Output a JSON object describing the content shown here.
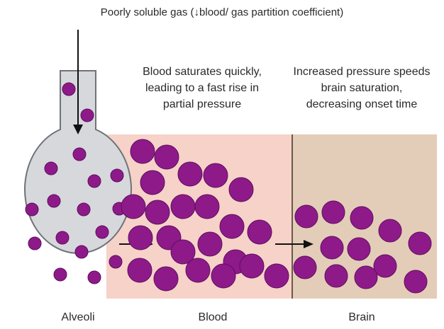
{
  "title": "Poorly soluble gas (↓blood/ gas partition coefficient)",
  "blood_caption": [
    "Blood saturates quickly,",
    "leading to a fast rise in",
    "partial pressure"
  ],
  "brain_caption": [
    "Increased pressure speeds",
    "brain saturation,",
    "decreasing onset time"
  ],
  "labels": {
    "alveoli": "Alveoli",
    "blood": "Blood",
    "brain": "Brain"
  },
  "colors": {
    "particle": "#8e1a8a",
    "particle_dark": "#5e0e5c",
    "alveoli_fill": "#d6d8dc",
    "alveoli_stroke": "#6f7378",
    "blood_bg": "#f6d2c8",
    "brain_bg": "#e3cdb8"
  }
}
